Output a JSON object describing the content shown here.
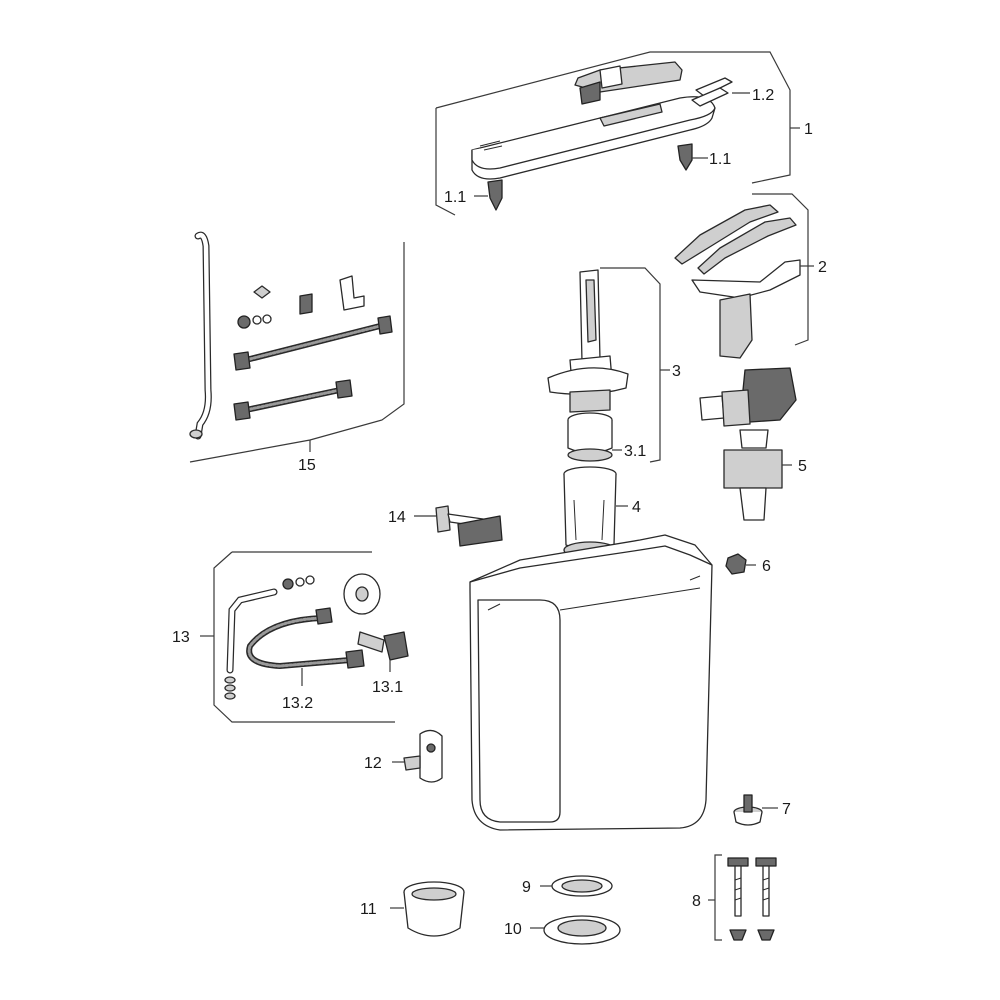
{
  "labels": {
    "l1": "1",
    "l1_1a": "1.1",
    "l1_1b": "1.1",
    "l1_2": "1.2",
    "l2": "2",
    "l3": "3",
    "l3_1": "3.1",
    "l4": "4",
    "l5": "5",
    "l6": "6",
    "l7": "7",
    "l8": "8",
    "l9": "9",
    "l10": "10",
    "l11": "11",
    "l12": "12",
    "l13": "13",
    "l13_1": "13.1",
    "l13_2": "13.2",
    "l14": "14",
    "l15": "15"
  }
}
